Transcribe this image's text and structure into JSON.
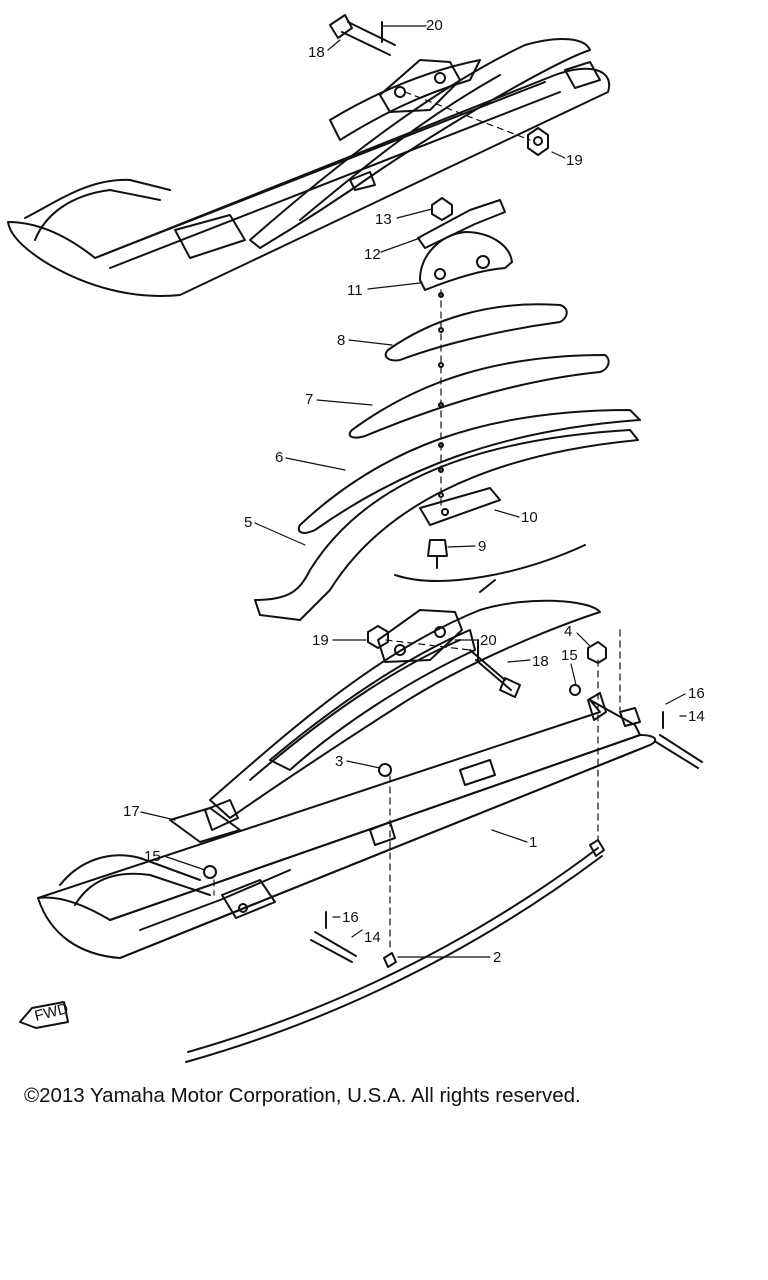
{
  "diagram": {
    "callouts": {
      "c1": "1",
      "c2": "2",
      "c3": "3",
      "c4": "4",
      "c5": "5",
      "c6": "6",
      "c7": "7",
      "c8": "8",
      "c9": "9",
      "c10": "10",
      "c11": "11",
      "c12": "12",
      "c13": "13",
      "c14a": "14",
      "c14b": "14",
      "c15a": "15",
      "c15b": "15",
      "c16a": "16",
      "c16b": "16",
      "c17": "17",
      "c18a": "18",
      "c18b": "18",
      "c19a": "19",
      "c19b": "19",
      "c20a": "20",
      "c20b": "20"
    },
    "fwd_label": "FWD"
  },
  "footer": {
    "copyright": "©2013 Yamaha Motor Corporation, U.S.A. All rights reserved."
  }
}
